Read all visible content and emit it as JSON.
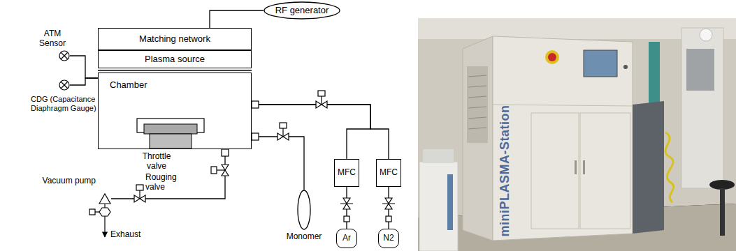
{
  "diagram": {
    "nodes": [
      {
        "text": [
          "RF generator"
        ]
      },
      {
        "text": [
          "Matching network"
        ]
      },
      {
        "text": [
          "Plasma source"
        ]
      },
      {
        "text": [
          "Chamber"
        ]
      },
      {
        "text": [
          "ATM Sensor"
        ]
      },
      {
        "text": [
          "CDG (Capacitance Diaphragm Gauge)"
        ]
      },
      {
        "text": [
          "MFC"
        ]
      },
      {
        "text": [
          "MFC"
        ]
      },
      {
        "text": [
          "Ar"
        ]
      },
      {
        "text": [
          "N2"
        ]
      },
      {
        "text": [
          "Monomer"
        ]
      },
      {
        "text": [
          "Vacuum pump"
        ]
      }
    ],
    "edges": [
      {
        "from": 0,
        "to": 1,
        "arrow": "none"
      },
      {
        "from": 4,
        "to": 3,
        "arrow": "none"
      },
      {
        "from": 5,
        "to": 3,
        "arrow": "none"
      },
      {
        "from": 3,
        "to": 6,
        "arrow": "none"
      },
      {
        "from": 3,
        "to": 7,
        "arrow": "none"
      },
      {
        "from": 6,
        "to": 8,
        "arrow": "none"
      },
      {
        "from": 7,
        "to": 9,
        "arrow": "none"
      },
      {
        "from": 3,
        "to": 10,
        "arrow": "none"
      },
      {
        "from": 3,
        "to": 11,
        "arrow": "none"
      }
    ],
    "labels": [
      "Throttle valve",
      "Rouging valve",
      "Exhaust",
      "miniPLASMA-Station"
    ]
  }
}
